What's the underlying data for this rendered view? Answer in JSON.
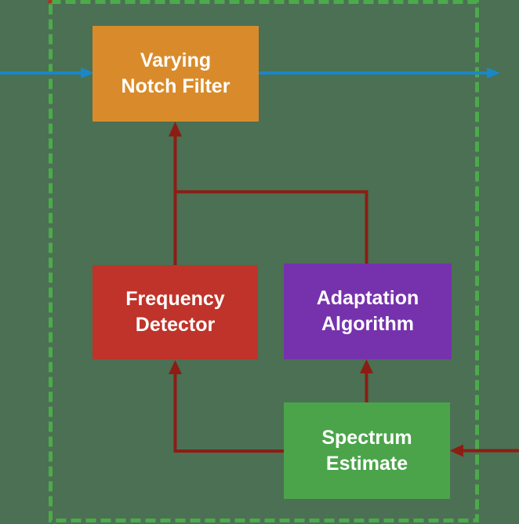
{
  "diagram": {
    "type": "block-diagram",
    "background_color": "#4b7053",
    "boundary": {
      "style": "dashed",
      "color": "#4caa4b",
      "corner_mark_color": "#b03122"
    },
    "nodes": [
      {
        "id": "varying-notch-filter",
        "label": "Varying\nNotch Filter",
        "color": "#d98b2b",
        "text_color": "#ffffff"
      },
      {
        "id": "frequency-detector",
        "label": "Frequency\nDetector",
        "color": "#bf332a",
        "text_color": "#ffffff"
      },
      {
        "id": "adaptation-algorithm",
        "label": "Adaptation\nAlgorithm",
        "color": "#7632ad",
        "text_color": "#ffffff"
      },
      {
        "id": "spectrum-estimate",
        "label": "Spectrum\nEstimate",
        "color": "#4ba44a",
        "text_color": "#ffffff"
      }
    ],
    "edges": [
      {
        "from": "signal-input",
        "to": "varying-notch-filter",
        "color": "#1a87c8",
        "type": "signal-path"
      },
      {
        "from": "varying-notch-filter",
        "to": "signal-output",
        "color": "#1a87c8",
        "type": "signal-path"
      },
      {
        "from": "frequency-detector",
        "to": "varying-notch-filter",
        "color": "#8c1d14",
        "type": "control-path"
      },
      {
        "from": "adaptation-algorithm",
        "to": "varying-notch-filter",
        "color": "#8c1d14",
        "type": "control-path"
      },
      {
        "from": "spectrum-estimate",
        "to": "frequency-detector",
        "color": "#8c1d14",
        "type": "control-path"
      },
      {
        "from": "spectrum-estimate",
        "to": "adaptation-algorithm",
        "color": "#8c1d14",
        "type": "control-path"
      },
      {
        "from": "external-input",
        "to": "spectrum-estimate",
        "color": "#8c1d14",
        "type": "control-path"
      }
    ]
  }
}
